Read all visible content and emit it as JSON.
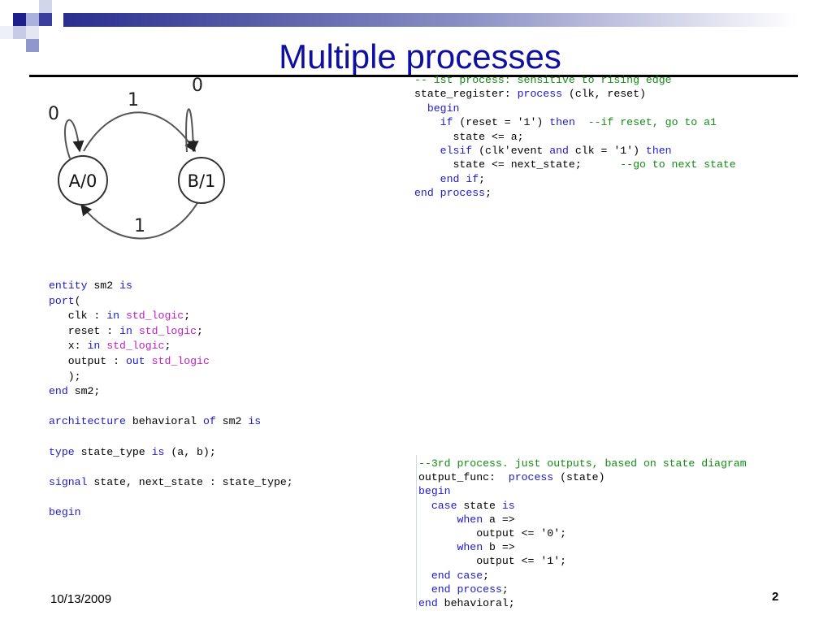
{
  "slide": {
    "title": "Multiple processes",
    "date": "10/13/2009",
    "page_number": "2"
  },
  "diagram": {
    "states": [
      {
        "label": "A/0"
      },
      {
        "label": "B/1"
      }
    ],
    "transitions": {
      "a_self": "0",
      "b_self": "0",
      "a_to_b": "1",
      "b_to_a": "1"
    }
  },
  "code": {
    "process1": [
      [
        {
          "t": "-- 1st process: sensitive to rising edge",
          "c": "cm"
        }
      ],
      [
        {
          "t": "state_register: "
        },
        {
          "t": "process",
          "c": "kw"
        },
        {
          "t": " (clk, reset)"
        }
      ],
      [
        {
          "t": "  "
        },
        {
          "t": "begin",
          "c": "kw"
        }
      ],
      [
        {
          "t": "    "
        },
        {
          "t": "if",
          "c": "kw"
        },
        {
          "t": " (reset = '1') "
        },
        {
          "t": "then",
          "c": "kw"
        },
        {
          "t": "  "
        },
        {
          "t": "--if reset, go to a1",
          "c": "cm"
        }
      ],
      [
        {
          "t": "      state <= a;"
        }
      ],
      [
        {
          "t": "    "
        },
        {
          "t": "elsif",
          "c": "kw"
        },
        {
          "t": " (clk'event "
        },
        {
          "t": "and",
          "c": "kw"
        },
        {
          "t": " clk = '1') "
        },
        {
          "t": "then",
          "c": "kw"
        }
      ],
      [
        {
          "t": "      state <= next_state;      "
        },
        {
          "t": "--go to next state",
          "c": "cm"
        }
      ],
      [
        {
          "t": "    "
        },
        {
          "t": "end",
          "c": "kw"
        },
        {
          "t": " "
        },
        {
          "t": "if",
          "c": "kw"
        },
        {
          "t": ";"
        }
      ],
      [
        {
          "t": "end",
          "c": "kw"
        },
        {
          "t": " "
        },
        {
          "t": "process",
          "c": "kw"
        },
        {
          "t": ";"
        }
      ]
    ],
    "entity": [
      [
        {
          "t": "entity",
          "c": "kw"
        },
        {
          "t": " sm2 "
        },
        {
          "t": "is",
          "c": "kw"
        }
      ],
      [
        {
          "t": "port",
          "c": "kw"
        },
        {
          "t": "("
        }
      ],
      [
        {
          "t": "   clk : "
        },
        {
          "t": "in",
          "c": "kw"
        },
        {
          "t": " "
        },
        {
          "t": "std_logic",
          "c": "ty"
        },
        {
          "t": ";"
        }
      ],
      [
        {
          "t": "   reset : "
        },
        {
          "t": "in",
          "c": "kw"
        },
        {
          "t": " "
        },
        {
          "t": "std_logic",
          "c": "ty"
        },
        {
          "t": ";"
        }
      ],
      [
        {
          "t": "   x: "
        },
        {
          "t": "in",
          "c": "kw"
        },
        {
          "t": " "
        },
        {
          "t": "std_logic",
          "c": "ty"
        },
        {
          "t": ";"
        }
      ],
      [
        {
          "t": "   output : "
        },
        {
          "t": "out",
          "c": "kw"
        },
        {
          "t": " "
        },
        {
          "t": "std_logic",
          "c": "ty"
        }
      ],
      [
        {
          "t": "   );"
        }
      ],
      [
        {
          "t": "end",
          "c": "kw"
        },
        {
          "t": " sm2;"
        }
      ],
      [
        {
          "t": ""
        }
      ],
      [
        {
          "t": "architecture",
          "c": "kw"
        },
        {
          "t": " behavioral "
        },
        {
          "t": "of",
          "c": "kw"
        },
        {
          "t": " sm2 "
        },
        {
          "t": "is",
          "c": "kw"
        }
      ],
      [
        {
          "t": ""
        }
      ],
      [
        {
          "t": "type",
          "c": "kw"
        },
        {
          "t": " state_type "
        },
        {
          "t": "is",
          "c": "kw"
        },
        {
          "t": " (a, b);"
        }
      ],
      [
        {
          "t": ""
        }
      ],
      [
        {
          "t": "signal",
          "c": "kw"
        },
        {
          "t": " state, next_state : state_type;"
        }
      ],
      [
        {
          "t": ""
        }
      ],
      [
        {
          "t": "begin",
          "c": "kw"
        }
      ]
    ],
    "process3": [
      [
        {
          "t": "--3rd process. just outputs, based on state diagram",
          "c": "cm"
        }
      ],
      [
        {
          "t": "output_func:  "
        },
        {
          "t": "process",
          "c": "kw"
        },
        {
          "t": " (state)"
        }
      ],
      [
        {
          "t": "begin",
          "c": "kw"
        }
      ],
      [
        {
          "t": "  "
        },
        {
          "t": "case",
          "c": "kw"
        },
        {
          "t": " state "
        },
        {
          "t": "is",
          "c": "kw"
        }
      ],
      [
        {
          "t": "      "
        },
        {
          "t": "when",
          "c": "kw"
        },
        {
          "t": " a =>"
        }
      ],
      [
        {
          "t": "         output <= '0';"
        }
      ],
      [
        {
          "t": "      "
        },
        {
          "t": "when",
          "c": "kw"
        },
        {
          "t": " b =>"
        }
      ],
      [
        {
          "t": "         output <= '1';"
        }
      ],
      [
        {
          "t": "  "
        },
        {
          "t": "end",
          "c": "kw"
        },
        {
          "t": " "
        },
        {
          "t": "case",
          "c": "kw"
        },
        {
          "t": ";"
        }
      ],
      [
        {
          "t": "  "
        },
        {
          "t": "end",
          "c": "kw"
        },
        {
          "t": " "
        },
        {
          "t": "process",
          "c": "kw"
        },
        {
          "t": ";"
        }
      ],
      [
        {
          "t": "end",
          "c": "kw"
        },
        {
          "t": " behavioral;"
        }
      ]
    ]
  }
}
